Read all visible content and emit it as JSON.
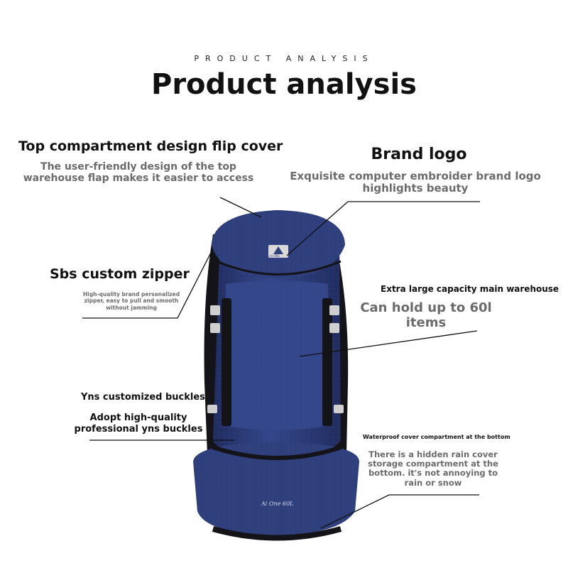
{
  "header": {
    "eyebrow": "PRODUCT ANALYSIS",
    "title": "Product analysis"
  },
  "callouts": {
    "top_flip": {
      "heading": "Top compartment design flip cover",
      "body_line1": "The user-friendly design of the top",
      "body_line2": "warehouse flap makes it easier to access"
    },
    "brand_logo": {
      "heading": "Brand logo",
      "body_line1": "Exquisite computer embroider brand logo",
      "body_line2": "highlights beauty"
    },
    "zipper": {
      "heading": "Sbs custom zipper",
      "body_line1": "High-quality brand personalized",
      "body_line2": "zipper, easy to pull and smooth",
      "body_line3": "without jamming"
    },
    "capacity": {
      "heading": "Extra large capacity main warehouse",
      "body_line1": "Can hold up to 60l",
      "body_line2": "items"
    },
    "buckles": {
      "heading": "Yns customized buckles",
      "body_line1": "Adopt high-quality",
      "body_line2": "professional yns buckles"
    },
    "rain_cover": {
      "heading": "Waterproof cover compartment at the bottom",
      "body_line1": "There is a hidden rain cover",
      "body_line2": "storage compartment at the",
      "body_line3": "bottom. it's not annoying to",
      "body_line4": "rain or snow"
    }
  },
  "product": {
    "logo_text": "AI ONE",
    "model_script": "Ai One 60L",
    "colors": {
      "body": "#2e3f7c",
      "body_dark": "#1f2c5e",
      "straps": "#141418",
      "buckle": "#cfcfcf"
    }
  }
}
